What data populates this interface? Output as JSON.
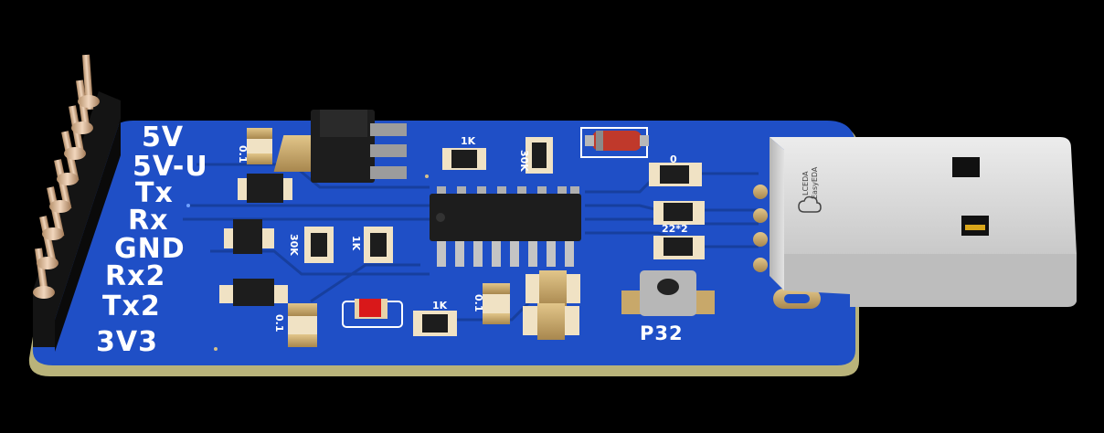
{
  "board": {
    "pin_labels": [
      "5V",
      "5V-U",
      "Tx",
      "Rx",
      "GND",
      "Rx2",
      "Tx2",
      "3V3"
    ],
    "button_label": "P32",
    "component_labels": {
      "r_1k_top": "1K",
      "r_30k_top": "30K",
      "r_zero": "0",
      "r_22": "22*2",
      "r_30k_mid": "30K",
      "r_1k_mid": "1K",
      "r_1k_bottom": "1K",
      "c_01_bottom_left": "0.1",
      "c_01_bottom_mid": "0.1",
      "c_01_top": "0.1"
    },
    "usb_logo": [
      "LCEDA",
      "EasyEDA"
    ]
  },
  "colors": {
    "background": "#000000",
    "pcb": "#1f4fc6",
    "pcb_dark": "#173f9e",
    "pcb_edge": "#b9b37a",
    "silkscreen": "#ffffff",
    "pad_gold": "#c8a86a",
    "ic_body": "#1d1d1d",
    "usb_metal": "#d6d6d6",
    "header_black": "#141414",
    "led_red": "#d9181a"
  }
}
